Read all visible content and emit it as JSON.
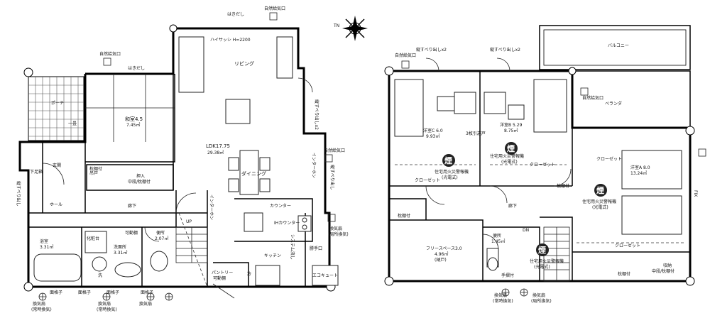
{
  "compass": {
    "label": "TN"
  },
  "floor1": {
    "rooms": [
      {
        "id": "ldk",
        "label": "LDK17.75",
        "sub": "29.38㎡"
      },
      {
        "id": "living",
        "label": "リビング"
      },
      {
        "id": "dining",
        "label": "ダイニング"
      },
      {
        "id": "kitchen",
        "label": "キッチン"
      },
      {
        "id": "washitsu",
        "label": "和室4.5",
        "sub": "7.45㎡"
      },
      {
        "id": "porch",
        "label": "ポーチ"
      },
      {
        "id": "genkan",
        "label": "玄関"
      },
      {
        "id": "hall",
        "label": "ホール"
      },
      {
        "id": "roka",
        "label": "廊下"
      },
      {
        "id": "bath",
        "label": "浴室",
        "sub": "3.31㎡"
      },
      {
        "id": "washroom",
        "label": "洗面所",
        "sub": "3.31㎡"
      },
      {
        "id": "toilet",
        "label": "便所",
        "sub": "2.07㎡"
      }
    ],
    "labels": {
      "hakidashi1": "はきだし",
      "hakidashi2": "はきだし",
      "highsash": "ハイサッシ H=2200",
      "natvent1": "自然給気口",
      "natvent2": "自然給気口",
      "natvent3": "自然給気口",
      "shelf_top": "吊戸",
      "shelf": "枕棚付",
      "oshiire": "押入",
      "oshiire_sub": "中段/枕棚付",
      "shoe": "下足箱",
      "tatesuberi1": "縦すべり出しx2",
      "tatesuberi2": "縦すべり出し",
      "tatesuberi3": "縦すべり出し",
      "counter": "カウンター",
      "ih": "IH",
      "ih_counter": "IHカウンター",
      "interphone": "インターホン",
      "interphone2": "インターホン",
      "shelf2": "可動棚",
      "pantry": "パントリー",
      "pantry_sub": "可動棚",
      "fridge": "冷",
      "sink": "システム流し",
      "toilet_shelf": "可動棚",
      "washer": "洗",
      "dressing": "化粧台",
      "tesuri": "勝手口",
      "vent_a": "換気扇",
      "vent_a_sub": "(常時換気)",
      "vent_b": "換気扇",
      "vent_b_sub": "(常時換気)",
      "vent_c": "換気扇",
      "vent_d": "換気扇",
      "vent_d_sub": "(局所換気)",
      "koushi1": "面格子",
      "koushi2": "面格子",
      "koushi3": "面格子",
      "koushi4": "面格子",
      "ecocute": "エコキュート",
      "up": "UP",
      "ichi": "一畳"
    }
  },
  "floor2": {
    "rooms": [
      {
        "id": "western_c",
        "label": "洋室C 6.0",
        "sub": "9.93㎡"
      },
      {
        "id": "western_b",
        "label": "洋室B 5.29",
        "sub": "8.75㎡"
      },
      {
        "id": "western_a",
        "label": "洋室A 8.0",
        "sub": "13.24㎡"
      },
      {
        "id": "free_space",
        "label": "フリースペース3.0",
        "sub": "4.96㎡",
        "note": "(納戸)"
      },
      {
        "id": "toilet2",
        "label": "便所",
        "sub": "1.45㎡"
      },
      {
        "id": "balcony",
        "label": "バルコニー"
      },
      {
        "id": "veranda",
        "label": "ベランダ"
      },
      {
        "id": "roka2",
        "label": "廊下"
      }
    ],
    "labels": {
      "tatesuberi_a": "縦すべり出しx2",
      "tatesuberi_b": "縦すべり出しx2",
      "natvent_a": "自然給気口",
      "natvent_b": "自然給気口",
      "closet1": "クローゼット",
      "closet2": "クローゼット",
      "closet3": "クローゼット",
      "closet4": "クローゼット",
      "shelf_a": "枕棚付",
      "shelf_b": "枕棚付",
      "shelf_c": "枕棚付",
      "storage": "収納",
      "storage_sub": "中段/枕棚付",
      "partition": "3枚引違戸",
      "alarm": "住宅用火災警報機",
      "alarm_sub": "(光電式)",
      "smoke": "煙",
      "handrail": "手摺付",
      "dn": "DN",
      "fix": "FIX",
      "vent_e": "換気扇",
      "vent_e_sub": "(常時換気)",
      "vent_f": "換気扇",
      "vent_f_sub": "(局所換気)"
    }
  }
}
